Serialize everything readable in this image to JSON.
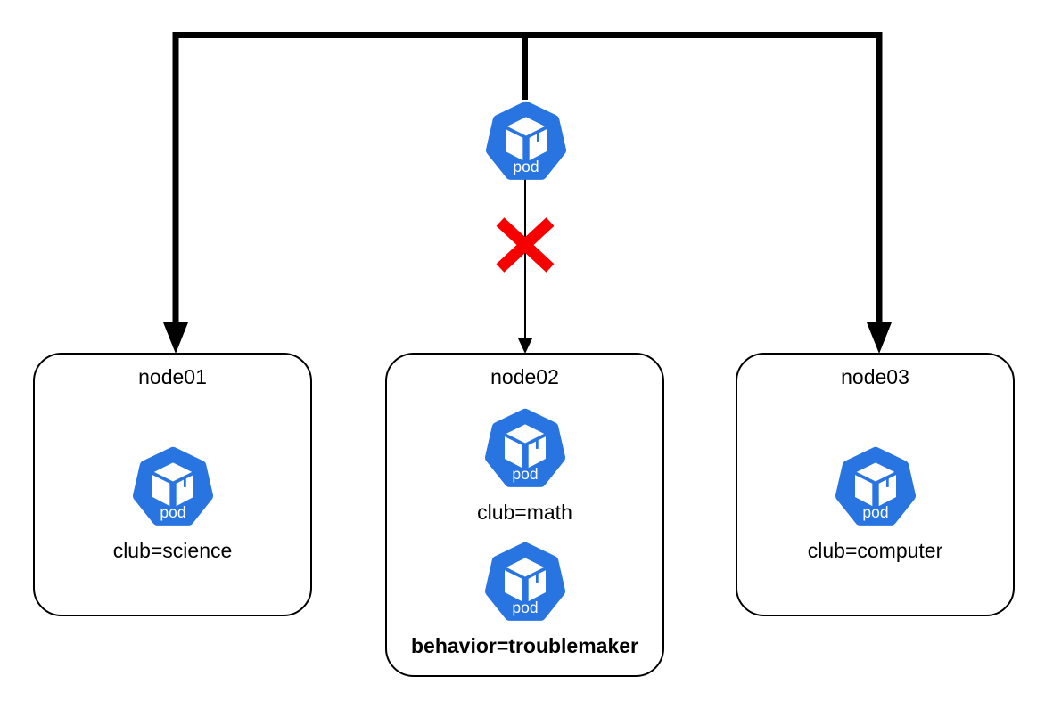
{
  "diagram": {
    "colors": {
      "pod_blue": "#2875E2",
      "reject_red": "#F80000",
      "line": "#000000",
      "node_fill": "#FFFFFF"
    },
    "scheduler_pod": {
      "icon_label": "pod"
    },
    "nodes": [
      {
        "title": "node01",
        "pods": [
          {
            "icon_label": "pod",
            "annotation": "club=science"
          }
        ]
      },
      {
        "title": "node02",
        "pods": [
          {
            "icon_label": "pod",
            "annotation": "club=math"
          },
          {
            "icon_label": "pod",
            "annotation": "behavior=troublemaker"
          }
        ]
      },
      {
        "title": "node03",
        "pods": [
          {
            "icon_label": "pod",
            "annotation": "club=computer"
          }
        ]
      }
    ]
  }
}
